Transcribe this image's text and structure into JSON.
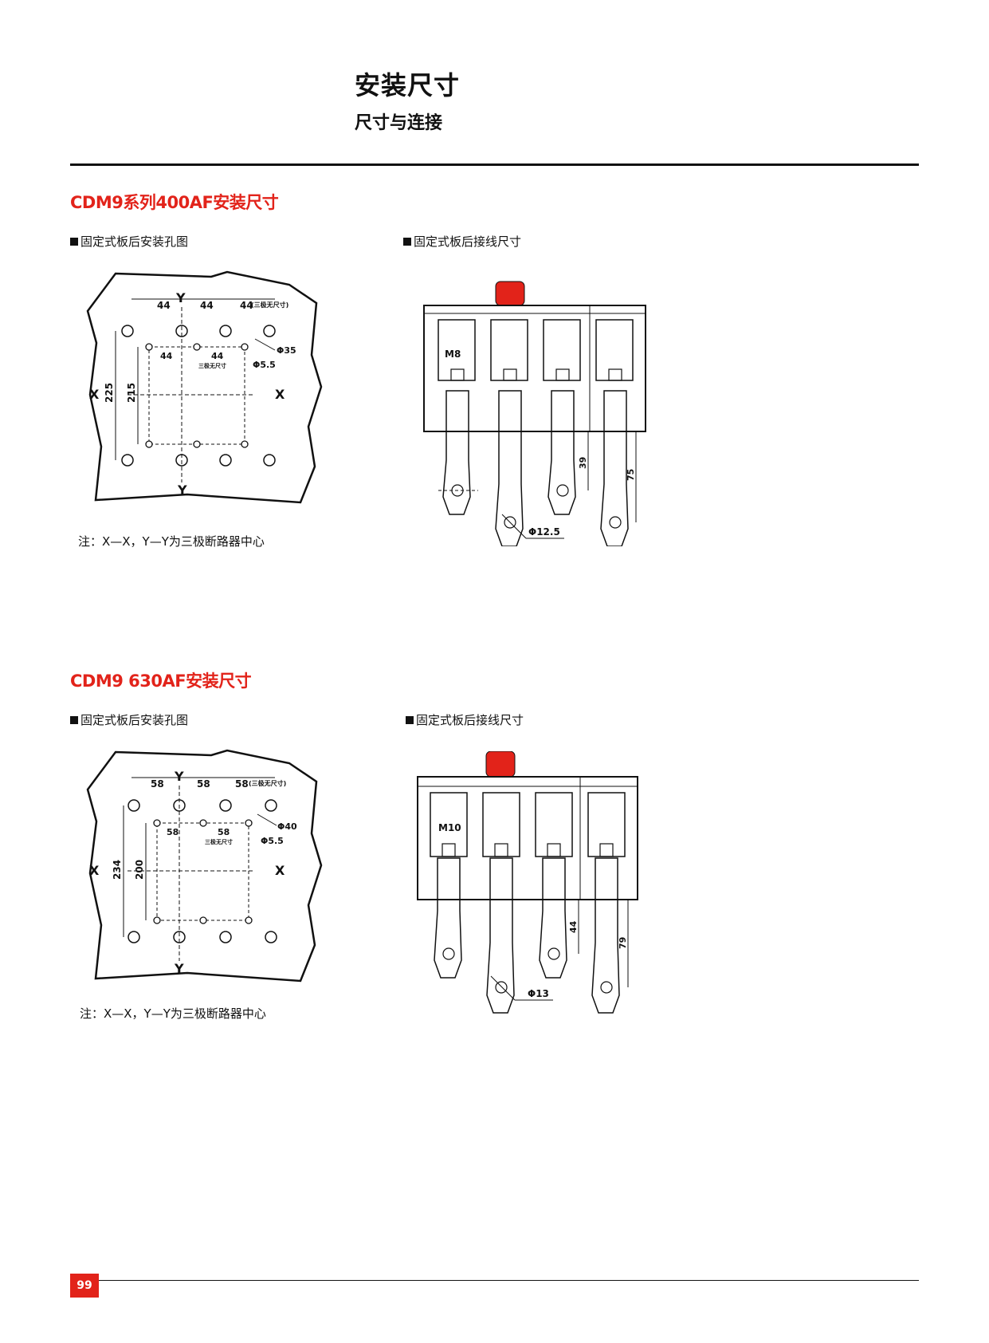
{
  "header": {
    "title": "安装尺寸",
    "subtitle": "尺寸与连接"
  },
  "sections": [
    {
      "title": "CDM9系列400AF安装尺寸",
      "left_caption": "固定式板后安装孔图",
      "right_caption": "固定式板后接线尺寸",
      "note": "注：X—X，Y—Y为三极断路器中心",
      "hole_drawing": {
        "pitch": "44",
        "pitch_note": "(三极无尺寸)",
        "inner_pitch": "44",
        "inner_pitch_note": "三极无尺寸",
        "large_hole": "Φ35",
        "small_hole": "Φ5.5",
        "outer_height": "225",
        "inner_height": "215",
        "x_axis": "X",
        "y_axis": "Y"
      },
      "terminal_drawing": {
        "bolt": "M8",
        "dim_short": "39",
        "dim_long": "75",
        "hole": "Φ12.5"
      }
    },
    {
      "title": "CDM9 630AF安装尺寸",
      "left_caption": "固定式板后安装孔图",
      "right_caption": "固定式板后接线尺寸",
      "note": "注：X—X，Y—Y为三极断路器中心",
      "hole_drawing": {
        "pitch": "58",
        "pitch_note": "(三极无尺寸)",
        "inner_pitch": "58",
        "inner_pitch_note": "三极无尺寸",
        "large_hole": "Φ40",
        "small_hole": "Φ5.5",
        "outer_height": "234",
        "inner_height": "200",
        "x_axis": "X",
        "y_axis": "Y"
      },
      "terminal_drawing": {
        "bolt": "M10",
        "dim_short": "44",
        "dim_long": "79",
        "hole": "Φ13"
      }
    }
  ],
  "footer": {
    "page_number": "99"
  },
  "colors": {
    "accent": "#e2231a",
    "ink": "#111111"
  }
}
